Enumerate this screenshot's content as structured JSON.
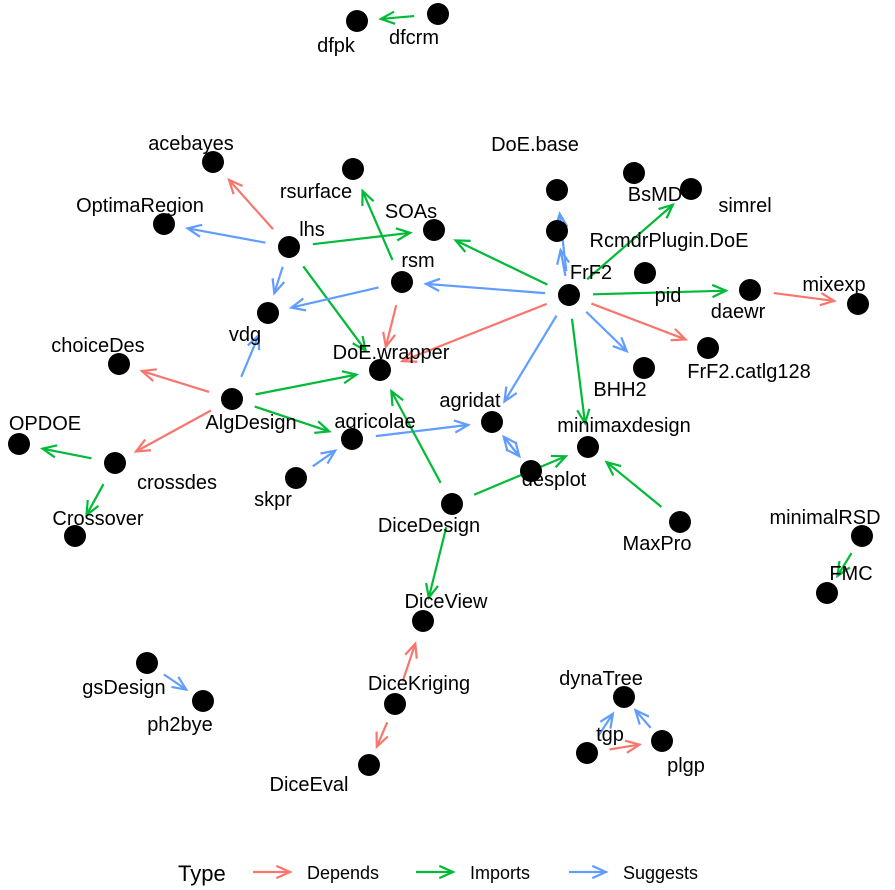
{
  "colors": {
    "Depends": "#F8766D",
    "Imports": "#00BA38",
    "Suggests": "#619CFF",
    "node": "#000000"
  },
  "legend": {
    "title": "Type",
    "items": [
      "Depends",
      "Imports",
      "Suggests"
    ]
  },
  "nodes": [
    {
      "id": "dfcrm",
      "label": "dfcrm"
    },
    {
      "id": "dfpk",
      "label": "dfpk"
    },
    {
      "id": "acebayes",
      "label": "acebayes"
    },
    {
      "id": "OptimaRegion",
      "label": "OptimaRegion"
    },
    {
      "id": "lhs",
      "label": "lhs"
    },
    {
      "id": "rsurface",
      "label": "rsurface"
    },
    {
      "id": "SOAs",
      "label": "SOAs"
    },
    {
      "id": "DoE.base",
      "label": "DoE.base"
    },
    {
      "id": "BsMD",
      "label": "BsMD"
    },
    {
      "id": "simrel",
      "label": "simrel"
    },
    {
      "id": "RcmdrPlugin.DoE",
      "label": "RcmdrPlugin.DoE"
    },
    {
      "id": "rsm",
      "label": "rsm"
    },
    {
      "id": "FrF2",
      "label": "FrF2"
    },
    {
      "id": "pid",
      "label": "pid"
    },
    {
      "id": "daewr",
      "label": "daewr"
    },
    {
      "id": "mixexp",
      "label": "mixexp"
    },
    {
      "id": "vdg",
      "label": "vdg"
    },
    {
      "id": "DoE.wrapper",
      "label": "DoE.wrapper"
    },
    {
      "id": "FrF2.catlg128",
      "label": "FrF2.catlg128"
    },
    {
      "id": "BHH2",
      "label": "BHH2"
    },
    {
      "id": "choiceDes",
      "label": "choiceDes"
    },
    {
      "id": "AlgDesign",
      "label": "AlgDesign"
    },
    {
      "id": "agricolae",
      "label": "agricolae"
    },
    {
      "id": "agridat",
      "label": "agridat"
    },
    {
      "id": "minimaxdesign",
      "label": "minimaxdesign"
    },
    {
      "id": "OPDOE",
      "label": "OPDOE"
    },
    {
      "id": "crossdes",
      "label": "crossdes"
    },
    {
      "id": "skpr",
      "label": "skpr"
    },
    {
      "id": "desplot",
      "label": "desplot"
    },
    {
      "id": "Crossover",
      "label": "Crossover"
    },
    {
      "id": "DiceDesign",
      "label": "DiceDesign"
    },
    {
      "id": "MaxPro",
      "label": "MaxPro"
    },
    {
      "id": "minimalRSD",
      "label": "minimalRSD"
    },
    {
      "id": "FMC",
      "label": "FMC"
    },
    {
      "id": "DiceView",
      "label": "DiceView"
    },
    {
      "id": "gsDesign",
      "label": "gsDesign"
    },
    {
      "id": "ph2bye",
      "label": "ph2bye"
    },
    {
      "id": "DiceKriging",
      "label": "DiceKriging"
    },
    {
      "id": "dynaTree",
      "label": "dynaTree"
    },
    {
      "id": "tgp",
      "label": "tgp"
    },
    {
      "id": "plgp",
      "label": "plgp"
    },
    {
      "id": "DiceEval",
      "label": "DiceEval"
    }
  ],
  "edges": [
    {
      "from": "dfcrm",
      "to": "dfpk",
      "type": "Imports"
    },
    {
      "from": "lhs",
      "to": "acebayes",
      "type": "Depends"
    },
    {
      "from": "lhs",
      "to": "OptimaRegion",
      "type": "Suggests"
    },
    {
      "from": "lhs",
      "to": "SOAs",
      "type": "Imports"
    },
    {
      "from": "lhs",
      "to": "vdg",
      "type": "Suggests"
    },
    {
      "from": "lhs",
      "to": "DoE.wrapper",
      "type": "Imports"
    },
    {
      "from": "rsm",
      "to": "rsurface",
      "type": "Imports"
    },
    {
      "from": "rsm",
      "to": "vdg",
      "type": "Suggests"
    },
    {
      "from": "rsm",
      "to": "DoE.wrapper",
      "type": "Depends"
    },
    {
      "from": "FrF2",
      "to": "SOAs",
      "type": "Imports"
    },
    {
      "from": "FrF2",
      "to": "rsm",
      "type": "Suggests"
    },
    {
      "from": "FrF2",
      "to": "DoE.base",
      "type": "Suggests"
    },
    {
      "from": "FrF2",
      "to": "RcmdrPlugin.DoE",
      "type": "Suggests"
    },
    {
      "from": "FrF2",
      "to": "simrel",
      "type": "Imports"
    },
    {
      "from": "FrF2",
      "to": "daewr",
      "type": "Imports"
    },
    {
      "from": "FrF2",
      "to": "FrF2.catlg128",
      "type": "Depends"
    },
    {
      "from": "FrF2",
      "to": "BHH2",
      "type": "Suggests"
    },
    {
      "from": "FrF2",
      "to": "minimaxdesign",
      "type": "Imports"
    },
    {
      "from": "FrF2",
      "to": "agridat",
      "type": "Suggests"
    },
    {
      "from": "FrF2",
      "to": "DoE.wrapper",
      "type": "Depends"
    },
    {
      "from": "daewr",
      "to": "mixexp",
      "type": "Depends"
    },
    {
      "from": "AlgDesign",
      "to": "choiceDes",
      "type": "Depends"
    },
    {
      "from": "AlgDesign",
      "to": "vdg",
      "type": "Suggests"
    },
    {
      "from": "AlgDesign",
      "to": "DoE.wrapper",
      "type": "Imports"
    },
    {
      "from": "AlgDesign",
      "to": "agricolae",
      "type": "Imports"
    },
    {
      "from": "AlgDesign",
      "to": "crossdes",
      "type": "Depends"
    },
    {
      "from": "agricolae",
      "to": "agridat",
      "type": "Suggests"
    },
    {
      "from": "crossdes",
      "to": "OPDOE",
      "type": "Imports"
    },
    {
      "from": "crossdes",
      "to": "Crossover",
      "type": "Imports"
    },
    {
      "from": "skpr",
      "to": "agricolae",
      "type": "Suggests"
    },
    {
      "from": "desplot",
      "to": "agridat",
      "type": "Suggests"
    },
    {
      "from": "agridat",
      "to": "desplot",
      "type": "Suggests"
    },
    {
      "from": "DiceDesign",
      "to": "DoE.wrapper",
      "type": "Imports"
    },
    {
      "from": "DiceDesign",
      "to": "minimaxdesign",
      "type": "Imports"
    },
    {
      "from": "DiceDesign",
      "to": "DiceView",
      "type": "Imports"
    },
    {
      "from": "MaxPro",
      "to": "minimaxdesign",
      "type": "Imports"
    },
    {
      "from": "minimalRSD",
      "to": "FMC",
      "type": "Imports"
    },
    {
      "from": "gsDesign",
      "to": "ph2bye",
      "type": "Suggests"
    },
    {
      "from": "DiceKriging",
      "to": "DiceView",
      "type": "Depends"
    },
    {
      "from": "DiceKriging",
      "to": "DiceEval",
      "type": "Depends"
    },
    {
      "from": "tgp",
      "to": "dynaTree",
      "type": "Suggests"
    },
    {
      "from": "plgp",
      "to": "dynaTree",
      "type": "Suggests"
    },
    {
      "from": "tgp",
      "to": "plgp",
      "type": "Depends"
    }
  ]
}
